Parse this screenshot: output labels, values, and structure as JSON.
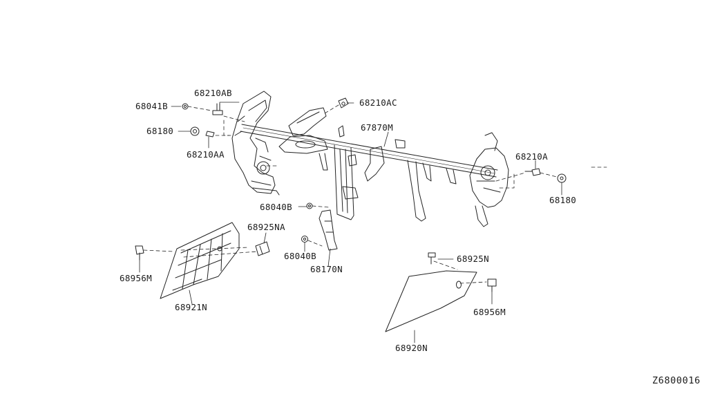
{
  "diagram_code": "Z6800016",
  "parts": {
    "p68041B": "68041B",
    "p68210AB": "68210AB",
    "p68210AC": "68210AC",
    "p68180_left": "68180",
    "p68210AA": "68210AA",
    "p67870M": "67870M",
    "p68210A": "68210A",
    "p68180_right": "68180",
    "p68040B_upper": "68040B",
    "p68925NA": "68925NA",
    "p68040B_lower": "68040B",
    "p68956M_left": "68956M",
    "p68921N": "68921N",
    "p68170N": "68170N",
    "p68925N": "68925N",
    "p68956M_right": "68956M",
    "p68920N": "68920N"
  }
}
